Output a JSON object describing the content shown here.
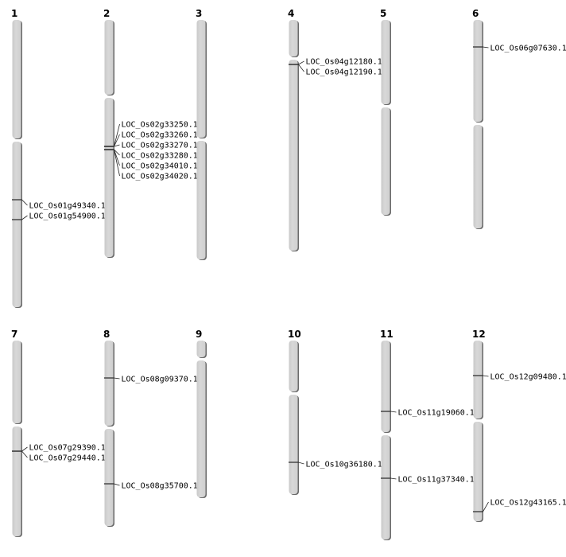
{
  "chromosomes": [
    {
      "name": "1",
      "genes": [
        "LOC_Os01g49340.1",
        "LOC_Os01g54900.1"
      ]
    },
    {
      "name": "2",
      "genes": [
        "LOC_Os02g33250.1",
        "LOC_Os02g33260.1",
        "LOC_Os02g33270.1",
        "LOC_Os02g33280.1",
        "LOC_Os02g34010.1",
        "LOC_Os02g34020.1"
      ]
    },
    {
      "name": "3",
      "genes": []
    },
    {
      "name": "4",
      "genes": [
        "LOC_Os04g12180.1",
        "LOC_Os04g12190.1"
      ]
    },
    {
      "name": "5",
      "genes": []
    },
    {
      "name": "6",
      "genes": [
        "LOC_Os06g07630.1"
      ]
    },
    {
      "name": "7",
      "genes": [
        "LOC_Os07g29390.1",
        "LOC_Os07g29440.1"
      ]
    },
    {
      "name": "8",
      "genes": [
        "LOC_Os08g09370.1",
        "LOC_Os08g35700.1"
      ]
    },
    {
      "name": "9",
      "genes": []
    },
    {
      "name": "10",
      "genes": [
        "LOC_Os10g36180.1"
      ]
    },
    {
      "name": "11",
      "genes": [
        "LOC_Os11g19060.1",
        "LOC_Os11g37340.1"
      ]
    },
    {
      "name": "12",
      "genes": [
        "LOC_Os12g09480.1",
        "LOC_Os12g43165.1"
      ]
    }
  ],
  "colors": {
    "chromosome": "#d3d3d3",
    "shadow": "#6a6a6a",
    "marker": "#333333"
  }
}
